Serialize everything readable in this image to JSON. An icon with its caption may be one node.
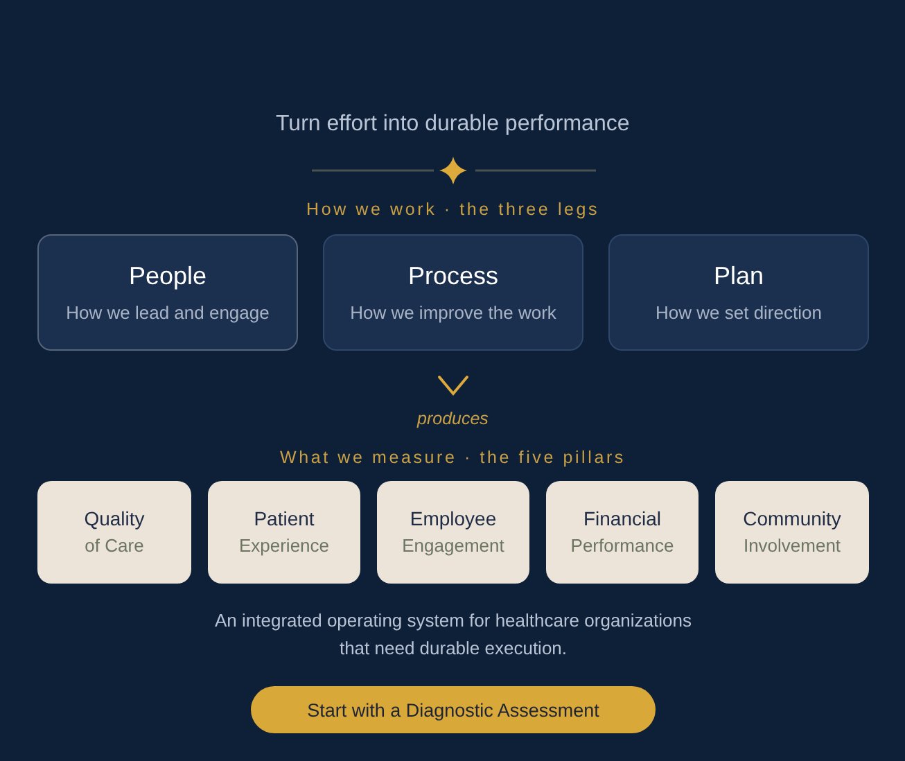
{
  "diagram": {
    "nodes": [
      {
        "text": [
          "People",
          "How we lead and engage"
        ]
      },
      {
        "text": [
          "Process",
          "How we improve the work"
        ]
      },
      {
        "text": [
          "Plan",
          "How we set direction"
        ]
      },
      {
        "text": [
          "Quality",
          "of Care"
        ]
      },
      {
        "text": [
          "Patient",
          "Experience"
        ]
      },
      {
        "text": [
          "Employee",
          "Engagement"
        ]
      },
      {
        "text": [
          "Financial",
          "Performance"
        ]
      },
      {
        "text": [
          "Community",
          "Involvement"
        ]
      },
      {
        "text": [
          "Start with a Diagnostic Assessment"
        ]
      }
    ],
    "labels": [
      "Turn effort into durable performance",
      "How we work · the three legs",
      "produces",
      "What we measure · the five pillars",
      "An integrated operating system for healthcare organizations that need durable execution."
    ]
  }
}
